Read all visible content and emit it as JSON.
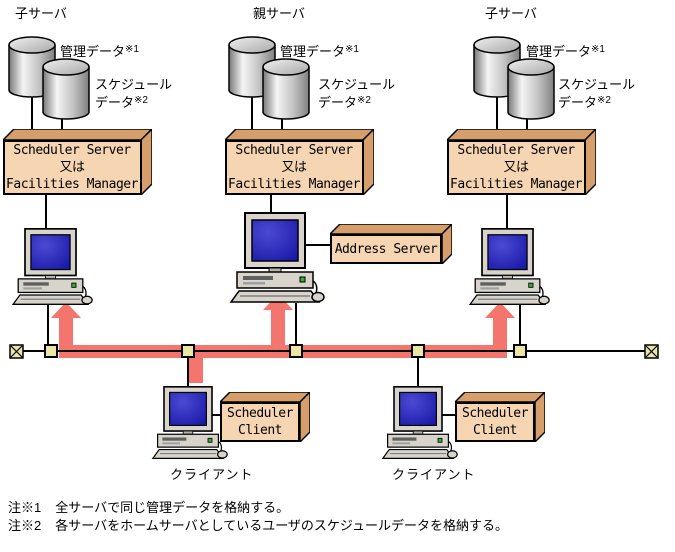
{
  "servers": [
    {
      "title": "子サーバ",
      "db_top_label": "管理データ",
      "db_top_note": "※1",
      "db_bottom_line1": "スケジュール",
      "db_bottom_line2": "データ",
      "db_bottom_note": "※2",
      "box_line1": "Scheduler Server",
      "box_line2": "又は",
      "box_line3": "Facilities Manager"
    },
    {
      "title": "親サーバ",
      "db_top_label": "管理データ",
      "db_top_note": "※1",
      "db_bottom_line1": "スケジュール",
      "db_bottom_line2": "データ",
      "db_bottom_note": "※2",
      "box_line1": "Scheduler Server",
      "box_line2": "又は",
      "box_line3": "Facilities Manager"
    },
    {
      "title": "子サーバ",
      "db_top_label": "管理データ",
      "db_top_note": "※1",
      "db_bottom_line1": "スケジュール",
      "db_bottom_line2": "データ",
      "db_bottom_note": "※2",
      "box_line1": "Scheduler Server",
      "box_line2": "又は",
      "box_line3": "Facilities Manager"
    }
  ],
  "address_server": {
    "label": "Address Server"
  },
  "clients": [
    {
      "box_line1": "Scheduler",
      "box_line2": "Client",
      "caption": "クライアント"
    },
    {
      "box_line1": "Scheduler",
      "box_line2": "Client",
      "caption": "クライアント"
    }
  ],
  "notes": [
    {
      "ref": "注※1",
      "text": "全サーバで同じ管理データを格納する。"
    },
    {
      "ref": "注※2",
      "text": "各サーバをホームサーバとしているユーザのスケジュールデータを格納する。"
    }
  ],
  "colors": {
    "box_front": "#F6D5B2",
    "box_shade": "#D69E6A",
    "flow_red": "#F4746E",
    "tap_yellow": "#EBE6A6",
    "screen_blue": "#1A1AAA"
  }
}
